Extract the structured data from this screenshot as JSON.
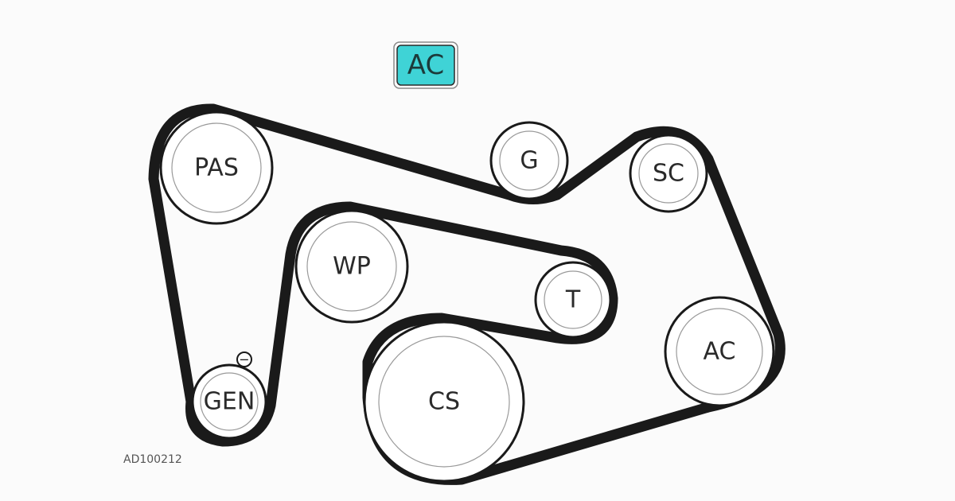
{
  "badge": {
    "label": "AC",
    "color": "#3fd3d6"
  },
  "belt_color": "#1a1a1a",
  "pulleys": [
    {
      "id": "pas",
      "label": "PAS"
    },
    {
      "id": "g",
      "label": "G"
    },
    {
      "id": "sc",
      "label": "SC"
    },
    {
      "id": "wp",
      "label": "WP"
    },
    {
      "id": "t",
      "label": "T"
    },
    {
      "id": "ac",
      "label": "AC"
    },
    {
      "id": "cs",
      "label": "CS"
    },
    {
      "id": "gen",
      "label": "GEN"
    }
  ],
  "tensioner_marker": "−",
  "caption": "AD100212"
}
